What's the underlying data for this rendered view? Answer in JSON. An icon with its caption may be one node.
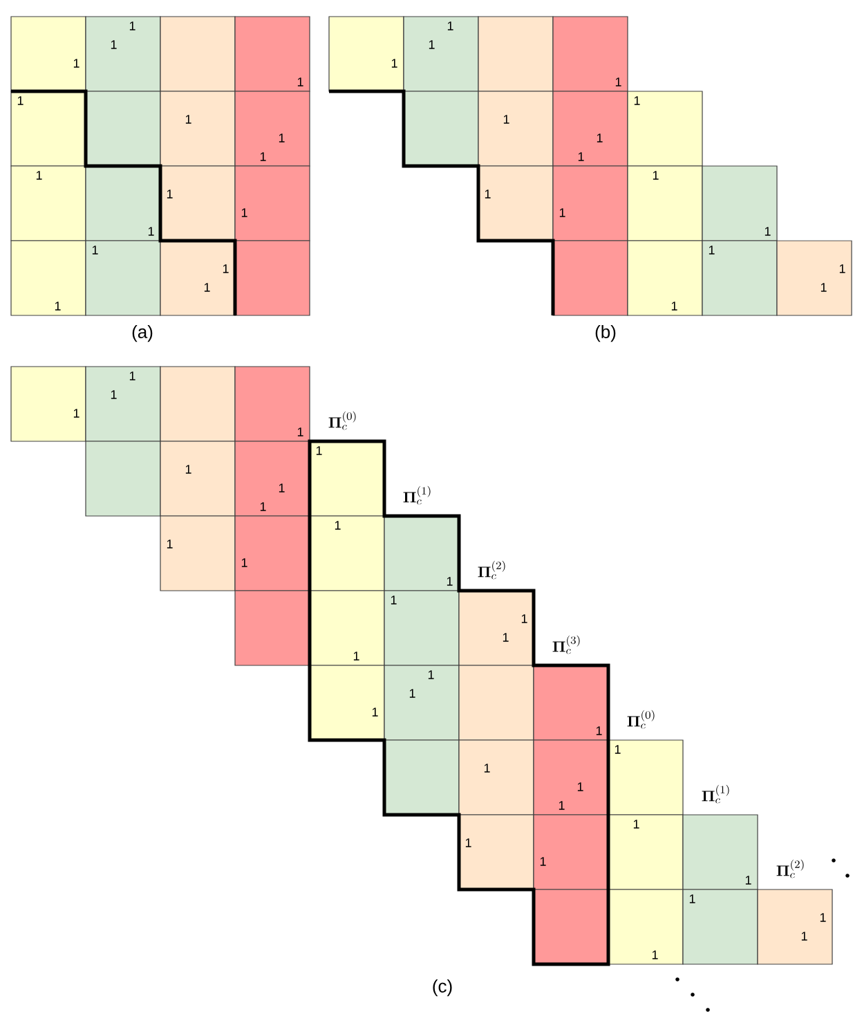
{
  "diagram": {
    "labels": [
      "1",
      "1",
      "1",
      "1",
      "1",
      "1",
      "1",
      "1",
      "1",
      "1",
      "1",
      "1",
      "1",
      "1",
      "1",
      "1",
      "(a)",
      "1",
      "1",
      "1",
      "1",
      "1",
      "1",
      "1",
      "1",
      "1",
      "1",
      "1",
      "1",
      "1",
      "1",
      "1",
      "1",
      "(b)",
      "1",
      "1",
      "1",
      "1",
      "1",
      "1",
      "1",
      "1",
      "1",
      "1",
      "1",
      "1",
      "1",
      "1",
      "1",
      "1",
      "1",
      "1",
      "1",
      "1",
      "1",
      "1",
      "1",
      "1",
      "1",
      "1",
      "1",
      "1",
      "1",
      "1",
      "1",
      "1",
      "\\mathbf{\\Pi}_c^{(0)}",
      "\\mathbf{\\Pi}_c^{(1)}",
      "\\mathbf{\\Pi}_c^{(2)}",
      "\\mathbf{\\Pi}_c^{(3)}",
      "\\mathbf{\\Pi}_c^{(0)}",
      "\\mathbf{\\Pi}_c^{(1)}",
      "\\mathbf{\\Pi}_c^{(2)}",
      "(c)"
    ]
  }
}
